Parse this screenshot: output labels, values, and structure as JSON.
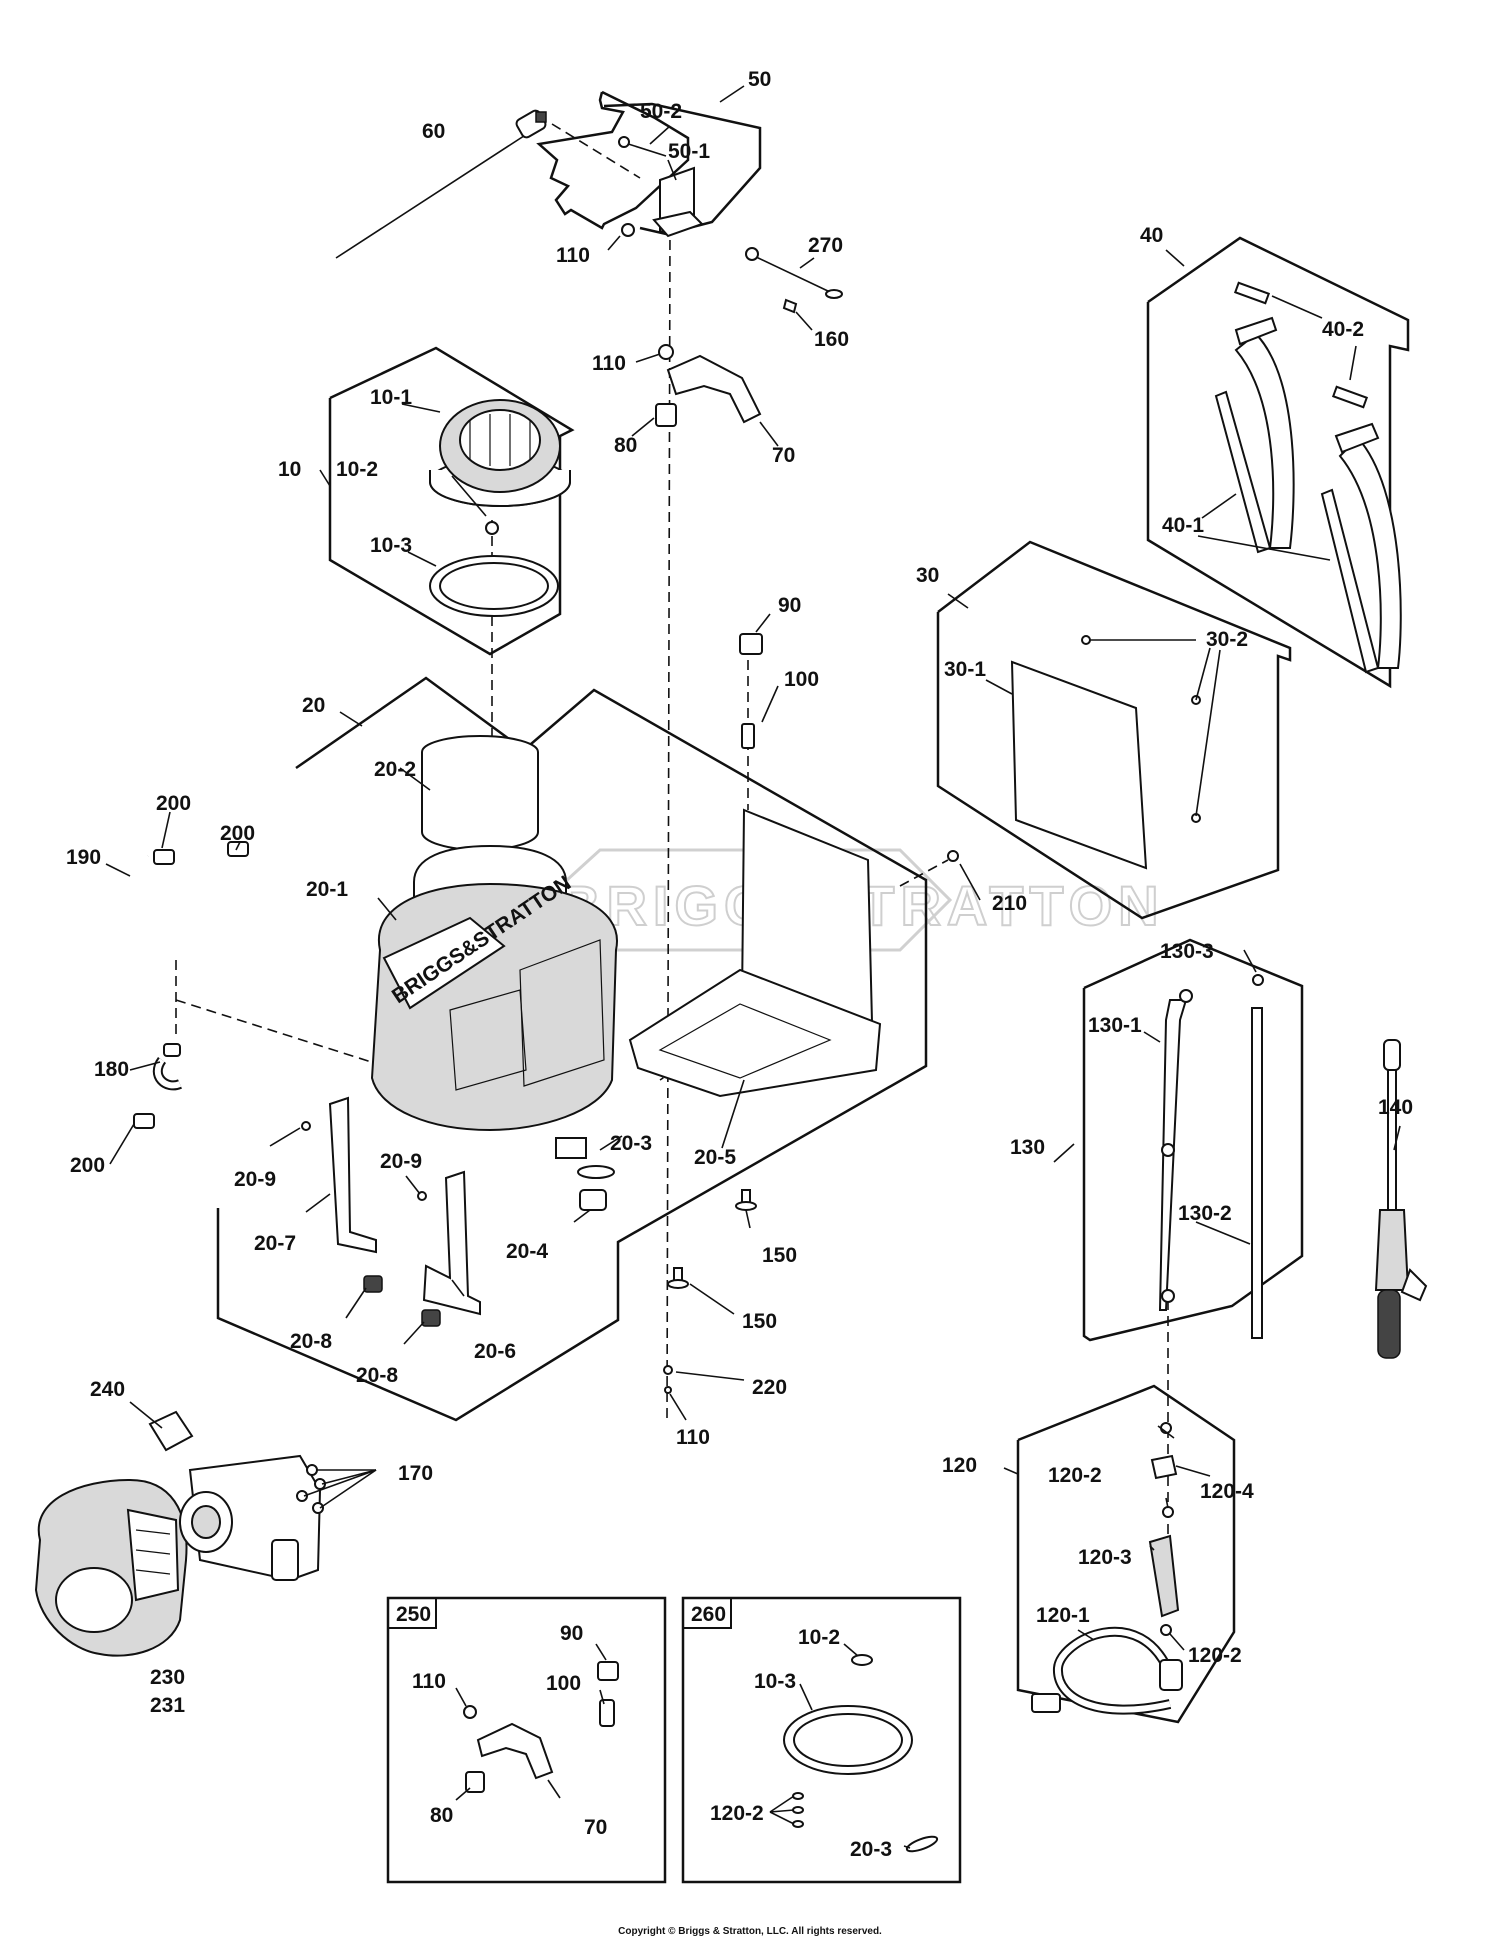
{
  "labels": {
    "p50": "50",
    "p50_2": "50-2",
    "p50_1": "50-1",
    "p60": "60",
    "p110a": "110",
    "p270": "270",
    "p160": "160",
    "p110b": "110",
    "p80": "80",
    "p70": "70",
    "p40": "40",
    "p40_2": "40-2",
    "p40_1": "40-1",
    "p10": "10",
    "p10_1": "10-1",
    "p10_2": "10-2",
    "p10_3": "10-3",
    "p30": "30",
    "p30_1": "30-1",
    "p30_2": "30-2",
    "p90": "90",
    "p100": "100",
    "p20": "20",
    "p20_2": "20-2",
    "p20_1": "20-1",
    "p20_3": "20-3",
    "p20_4": "20-4",
    "p20_5": "20-5",
    "p20_6": "20-6",
    "p20_7": "20-7",
    "p20_8a": "20-8",
    "p20_8b": "20-8",
    "p20_9a": "20-9",
    "p20_9b": "20-9",
    "p200a": "200",
    "p200b": "200",
    "p200c": "200",
    "p190": "190",
    "p180": "180",
    "p210": "210",
    "p130": "130",
    "p130_1": "130-1",
    "p130_2": "130-2",
    "p130_3": "130-3",
    "p140": "140",
    "p150a": "150",
    "p150b": "150",
    "p220": "220",
    "p110c": "110",
    "p240": "240",
    "p170": "170",
    "p230": "230",
    "p231": "231",
    "p120": "120",
    "p120_1": "120-1",
    "p120_2a": "120-2",
    "p120_2b": "120-2",
    "p120_3": "120-3",
    "p120_4": "120-4",
    "k250": "250",
    "k250_90": "90",
    "k250_110": "110",
    "k250_100": "100",
    "k250_80": "80",
    "k250_70": "70",
    "k260": "260",
    "k260_10_2": "10-2",
    "k260_10_3": "10-3",
    "k260_120_2": "120-2",
    "k260_20_3": "20-3"
  },
  "watermark": "BRIGGSSTRATTON",
  "logo_text": "BRIGGS&STRATTON",
  "copyright": "Copyright © Briggs & Stratton, LLC. All rights reserved."
}
